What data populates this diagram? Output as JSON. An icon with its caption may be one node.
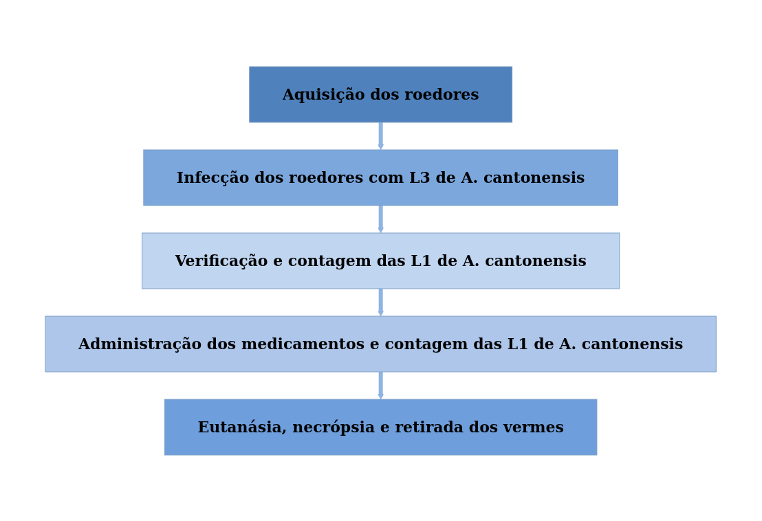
{
  "diagram": {
    "nodes": [
      {
        "text": [
          "Aquisição dos roedores"
        ]
      },
      {
        "text": [
          "Infecção dos roedores com L3 de A. cantonensis"
        ]
      },
      {
        "text": [
          "Verificação e contagem das L1 de A. cantonensis"
        ]
      },
      {
        "text": [
          "Administração dos medicamentos e contagem das L1 de A. cantonensis"
        ]
      },
      {
        "text": [
          "Eutanásia, necrópsia e retirada dos vermes"
        ]
      }
    ],
    "edges": [
      {
        "from": 0,
        "to": 1,
        "arrow": "to"
      },
      {
        "from": 1,
        "to": 2,
        "arrow": "to"
      },
      {
        "from": 2,
        "to": 3,
        "arrow": "to"
      },
      {
        "from": 3,
        "to": 4,
        "arrow": "to"
      }
    ]
  }
}
